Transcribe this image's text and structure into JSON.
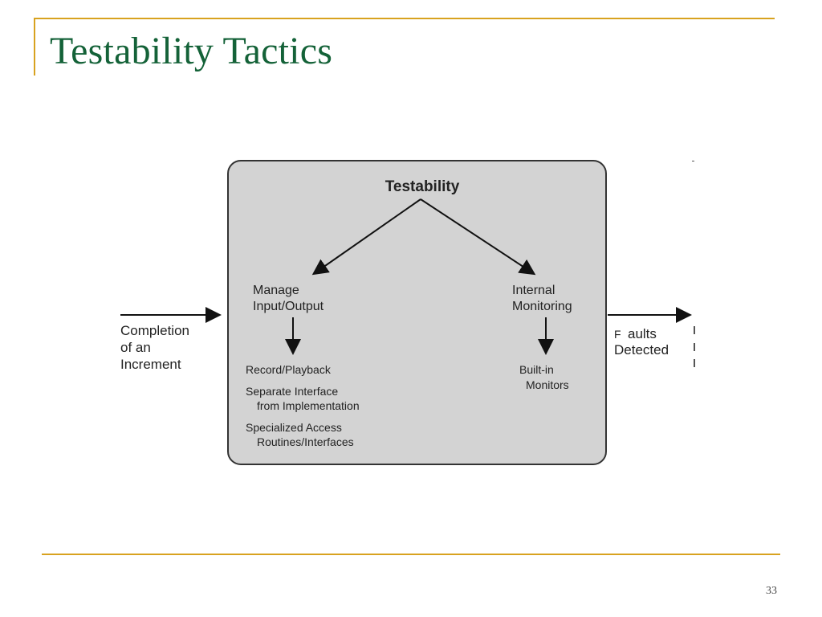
{
  "slide": {
    "title": "Testability Tactics",
    "page_number": "33"
  },
  "diagram": {
    "heading": "Testability",
    "input_label_lines": [
      "Completion",
      "of an",
      "Increment"
    ],
    "output_label_lines": [
      "aults",
      "Detected"
    ],
    "output_label_prefix": "F",
    "left_branch": {
      "title_lines": [
        "Manage",
        "Input/Output"
      ],
      "tactics": [
        [
          "Record/Playback"
        ],
        [
          "Separate Interface",
          "from Implementation"
        ],
        [
          "Specialized Access",
          "Routines/Interfaces"
        ]
      ]
    },
    "right_branch": {
      "title_lines": [
        "Internal",
        "Monitoring"
      ],
      "tactics": [
        [
          "Built-in",
          "Monitors"
        ]
      ]
    }
  },
  "colors": {
    "frame_rule": "#d8a21f",
    "title": "#146238",
    "box_fill": "#d3d3d3",
    "box_stroke": "#333333"
  }
}
